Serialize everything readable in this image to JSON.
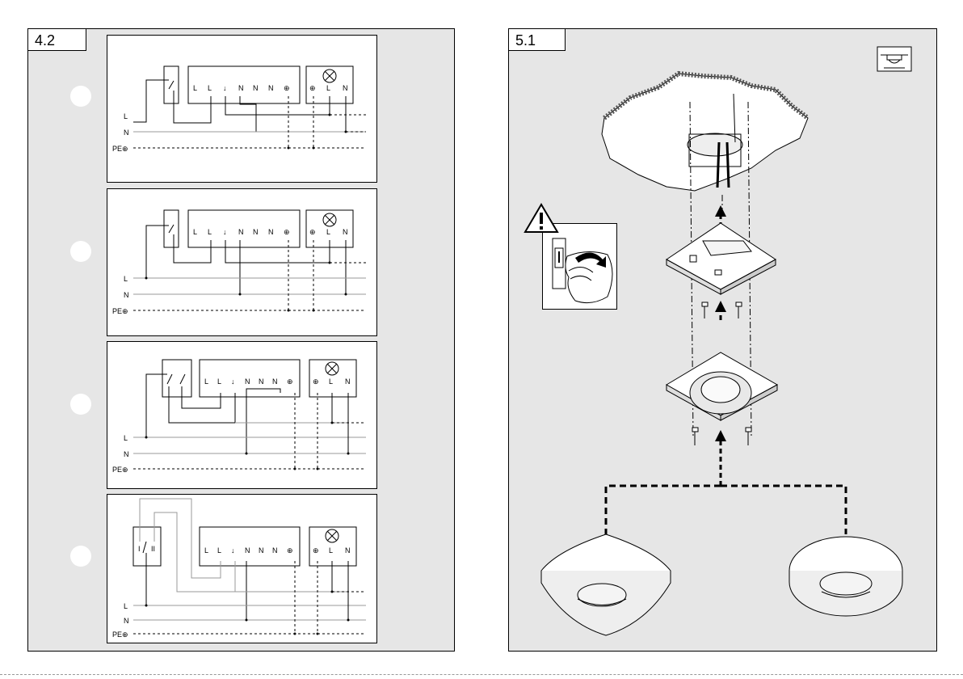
{
  "left_page": {
    "section_label": "4.2",
    "diagrams": [
      {
        "terminals": [
          "L",
          "L",
          "↓",
          "N",
          "N",
          "N",
          "⊕"
        ],
        "lamp_terminals": [
          "⊕",
          "L",
          "N"
        ],
        "lines": [
          "L",
          "N",
          "PE⊕"
        ]
      },
      {
        "terminals": [
          "L",
          "L",
          "↓",
          "N",
          "N",
          "N",
          "⊕"
        ],
        "lamp_terminals": [
          "⊕",
          "L",
          "N"
        ],
        "lines": [
          "L",
          "N",
          "PE⊕"
        ]
      },
      {
        "terminals": [
          "L",
          "L",
          "↓",
          "N",
          "N",
          "N",
          "⊕"
        ],
        "lamp_terminals": [
          "⊕",
          "L",
          "N"
        ],
        "lines": [
          "L",
          "N",
          "PE⊕"
        ]
      },
      {
        "terminals": [
          "L",
          "L",
          "↓",
          "N",
          "N",
          "N",
          "⊕"
        ],
        "lamp_terminals": [
          "⊕",
          "L",
          "N"
        ],
        "lines": [
          "L",
          "N",
          "PE⊕"
        ],
        "switch_labels": [
          "I",
          "II"
        ]
      }
    ]
  },
  "right_page": {
    "section_label": "5.1",
    "icon": "ceiling-mount-icon",
    "warning_icon": "warning-triangle-icon"
  }
}
